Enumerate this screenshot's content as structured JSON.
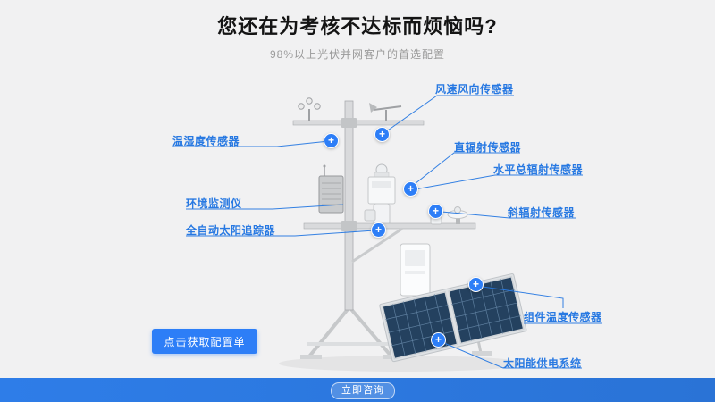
{
  "header": {
    "title": "您还在为考核不达标而烦恼吗?",
    "subtitle": "98%以上光伏并网客户的首选配置"
  },
  "labels": [
    {
      "id": "wind",
      "text": "风速风向传感器"
    },
    {
      "id": "temp",
      "text": "温湿度传感器"
    },
    {
      "id": "direct",
      "text": "直辐射传感器"
    },
    {
      "id": "horiz",
      "text": "水平总辐射传感器"
    },
    {
      "id": "env",
      "text": "环境监测仪"
    },
    {
      "id": "tilt",
      "text": "斜辐射传感器"
    },
    {
      "id": "tracker",
      "text": "全自动太阳追踪器"
    },
    {
      "id": "module",
      "text": "组件温度传感器"
    },
    {
      "id": "power",
      "text": "太阳能供电系统"
    }
  ],
  "hotspot_icon": "plus",
  "cta": {
    "label": "点击获取配置单"
  },
  "footer": {
    "badge_text": "立即咨询"
  },
  "colors": {
    "accent": "#2d7ef7",
    "label_blue": "#2879e2",
    "background": "#f1f1f2",
    "footer_bar": "#2c78dd",
    "panel_blue": "#24415f"
  }
}
